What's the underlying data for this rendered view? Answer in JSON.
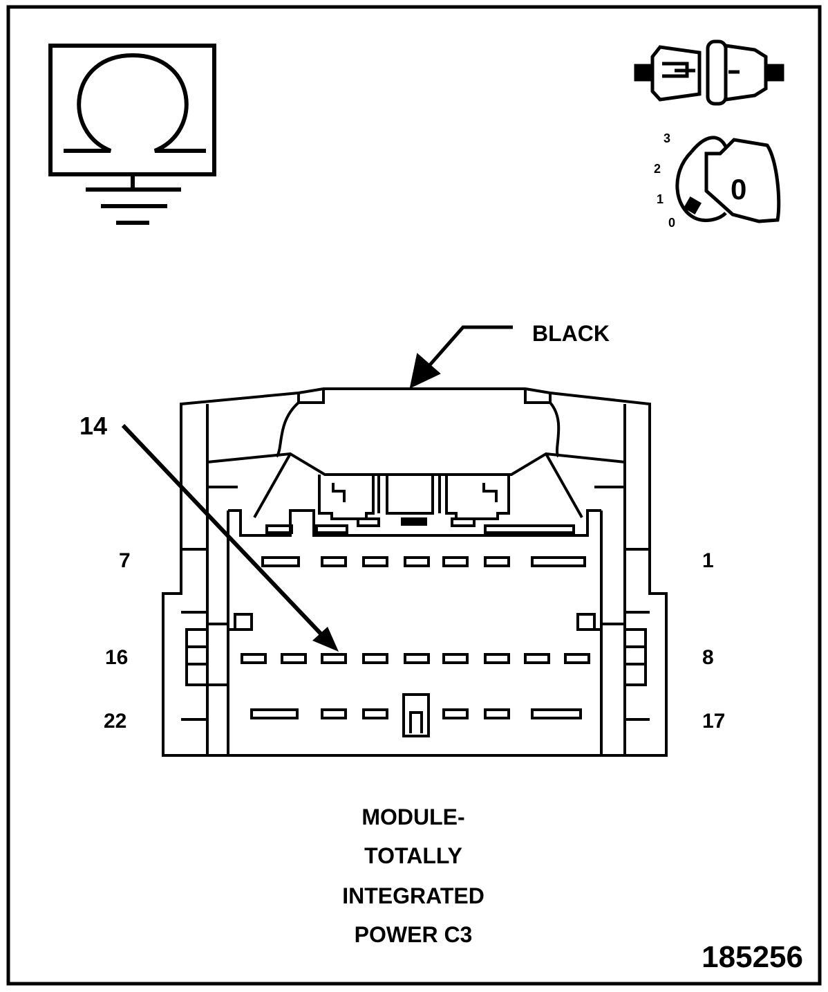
{
  "connector": {
    "color_callout": "BLACK",
    "highlight_pin": "14",
    "row_labels": {
      "top_left": "7",
      "top_right": "1",
      "middle_left": "16",
      "middle_right": "8",
      "bottom_left": "22",
      "bottom_right": "17"
    }
  },
  "ignition": {
    "positions": [
      "3",
      "2",
      "1",
      "0"
    ],
    "key_label": "0"
  },
  "caption": {
    "lines": [
      "MODULE-",
      "TOTALLY",
      "INTEGRATED",
      "POWER C3"
    ]
  },
  "figure_number": "185256",
  "icons": {
    "ohmmeter": "ohm-ground-icon",
    "connector_disconnected": "connector-disconnected-icon",
    "ignition_key": "ignition-key-icon"
  }
}
